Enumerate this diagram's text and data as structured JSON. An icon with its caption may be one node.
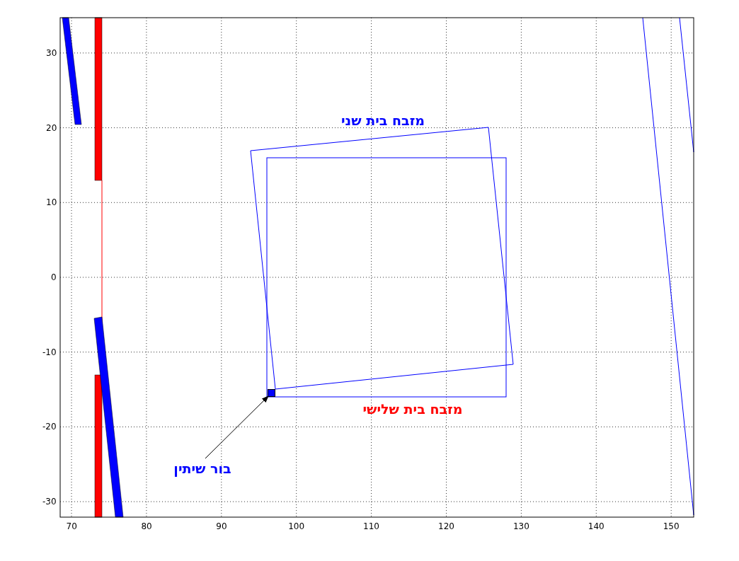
{
  "diagram": {
    "nodes": [
      {
        "text": [
          "בור שיתין"
        ]
      },
      {
        "text": [],
        "shape": "box"
      }
    ],
    "edges": [
      {
        "from": 0,
        "to": 1,
        "arrow": "to"
      }
    ],
    "labels": [
      "מזבח בית שני",
      "מזבח בית שלישי",
      "30",
      "20",
      "10",
      "0",
      "-10",
      "-20",
      "-30",
      "70",
      "80",
      "90",
      "100",
      "110",
      "120",
      "130",
      "140",
      "150"
    ]
  }
}
